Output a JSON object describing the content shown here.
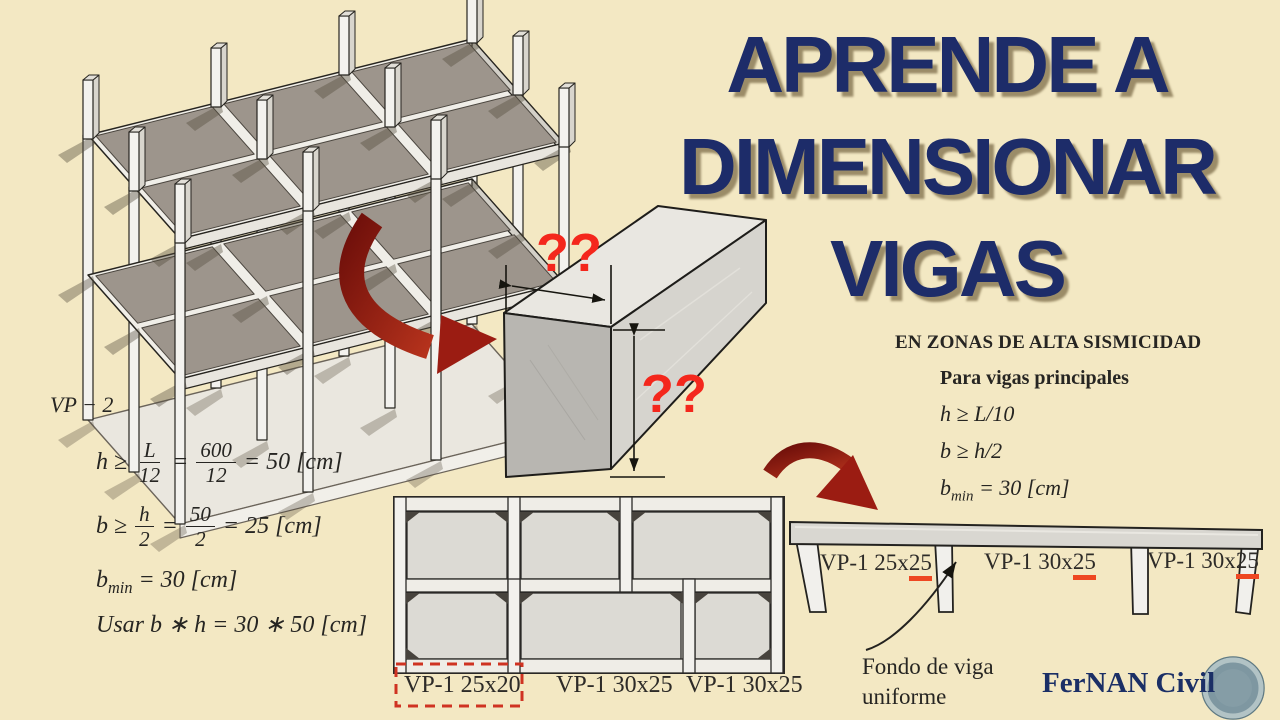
{
  "background_color": "#f3e8c3",
  "title": {
    "line1": "APRENDE A",
    "line2": "DIMENSIONAR",
    "line3": "VIGAS",
    "color": "#1d2c69"
  },
  "beam_question": {
    "top": "??",
    "bottom": "??",
    "color": "#f4271c"
  },
  "left_formulas": {
    "beam_label": "VP − 2",
    "f1": {
      "lead": "h ≥",
      "num1": "L",
      "den1": "12",
      "eq": "=",
      "num2": "600",
      "den2": "12",
      "tail": "= 50 [cm]"
    },
    "f2": {
      "lead": "b ≥",
      "num1": "h",
      "den1": "2",
      "eq": "=",
      "num2": "50",
      "den2": "2",
      "tail": "= 25 [cm]"
    },
    "f3": {
      "base": "b",
      "sub": "min",
      "rest": " = 30 [cm]"
    },
    "f4": "Usar b ∗ h = 30 ∗ 50 [cm]"
  },
  "seismic_note": {
    "title": "EN ZONAS DE ALTA SISMICIDAD",
    "subtitle": "Para vigas principales",
    "f1": "h ≥ L/10",
    "f2": "b ≥ h/2",
    "f3": {
      "base": "b",
      "sub": "min",
      "rest": " = 30 [cm]"
    }
  },
  "plan": {
    "labels": [
      "VP-1 25x20",
      "VP-1 30x25",
      "VP-1 30x25"
    ],
    "highlight_box_color": "#cf3322"
  },
  "elevation": {
    "labels": [
      {
        "prefix": "VP-1 25x",
        "underlined": "25"
      },
      {
        "prefix": "VP-1 30x",
        "underlined": "25"
      },
      {
        "prefix": "VP-1 30x",
        "underlined": "25"
      }
    ],
    "underline_color": "#ee4722",
    "annotation_line1": "Fondo de viga",
    "annotation_line2": "uniforme"
  },
  "brand": {
    "name": "FerNAN Civil",
    "color": "#1b2f66"
  },
  "arrows_color": "#8e1510"
}
